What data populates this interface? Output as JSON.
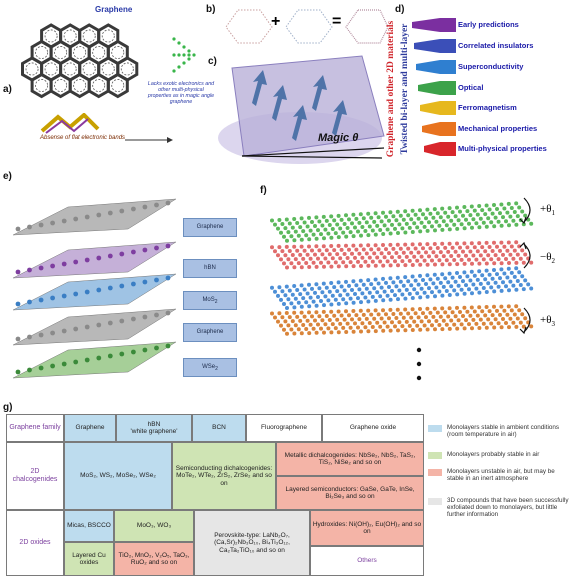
{
  "panel_labels": {
    "a": "a)",
    "b": "b)",
    "c": "c)",
    "d": "d)",
    "e": "e)",
    "f": "f)",
    "g": "g)"
  },
  "panel_a": {
    "graphene": "Graphene",
    "note": "Lacks exotic electronics and other multi-physical properties as in magic angle graphene",
    "flat_bands": "Absense of flat electronic bands"
  },
  "panel_b": {
    "plus": "+",
    "equals": "="
  },
  "panel_c": {
    "magic": "Magic θ"
  },
  "panel_d": {
    "vertical_1": "Graphene and other 2D materials",
    "vertical_2": "Twisted bi-layer and multi-layer",
    "properties": [
      "Early predictions",
      "Correlated insulators",
      "Superconductivity",
      "Optical",
      "Ferromagnetism",
      "Mechanical properties",
      "Multi-physical properties"
    ],
    "colors": [
      "#7b2fa0",
      "#3b4fb8",
      "#2f7fd0",
      "#3ca24a",
      "#e6b81e",
      "#e8731f",
      "#d8262b"
    ]
  },
  "panel_e": {
    "layers": [
      "Graphene",
      "hBN",
      "MoS",
      "Graphene",
      "WSe"
    ],
    "subscripts": [
      "",
      "",
      "2",
      "",
      "2"
    ]
  },
  "panel_f": {
    "angles": [
      "+θ",
      "−θ",
      "+θ"
    ],
    "angle_subs": [
      "1",
      "2",
      "3"
    ]
  },
  "table": {
    "graphene_family": "Graphene family",
    "graphene": "Graphene",
    "hbn": "hBN\n'white graphene'",
    "bcn": "BCN",
    "fluorographene": "Fluorographene",
    "graphene_oxide": "Graphene oxide",
    "chalcogenides": "2D chalcogenides",
    "mos2_group": "MoS₂, WS₂, MoSe₂, WSe₂",
    "semiconducting": "Semiconducting dichalcogenides: MoTe₂, WTe₂, ZrS₂, ZrSe₂ and so on",
    "metallic": "Metallic dichalcogenides: NbSe₂, NbS₂, TaS₂, TiS₂, NiSe₂ and so on",
    "layered_semi": "Layered semiconductors: GaSe, GaTe, InSe, Bi₂Se₃ and so on",
    "oxides": "2D oxides",
    "micas": "Micas, BSCCO",
    "moo3": "MoO₃, WO₃",
    "perovskite": "Perovskite-type: LaNb₂O₇, (Ca,Sr)₂Nb₃O₁₀, Bi₄Ti₃O₁₂, Ca₂Ta₂TiO₁₀ and so on",
    "hydroxides": "Hydroxides: Ni(OH)₂, Eu(OH)₂ and so on",
    "layered_cu": "Layered Cu oxides",
    "tio2": "TiO₂, MnO₂, V₂O₅, TaO₃, RuO₂ and so on",
    "others": "Others"
  },
  "legend": [
    {
      "text": "Monolayers stable in ambient conditions (room temperature in air)",
      "color": "#bddcee"
    },
    {
      "text": "Monolayers probably stable in air",
      "color": "#cfe4b4"
    },
    {
      "text": "Monolayers unstable in air, but may be stable in an inert atmosphere",
      "color": "#f4b4a7"
    },
    {
      "text": "3D compounds that have been successfully exfoliated down to monolayers, but little further information",
      "color": "#e6e6e6"
    }
  ]
}
